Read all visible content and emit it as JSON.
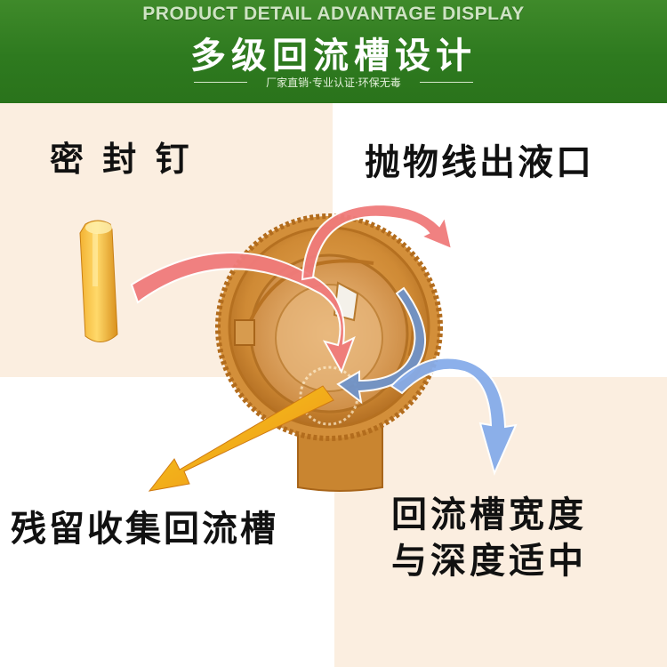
{
  "header": {
    "subtitle_en": "PRODUCT DETAIL ADVANTAGE DISPLAY",
    "title": "多级回流槽设计",
    "tagline": "厂家直销·专业认证·环保无毒",
    "background_color": "#2e7a1f"
  },
  "labels": {
    "seal_pin": "密 封 钉",
    "parabolic_outlet": "抛物线出液口",
    "residue_groove": "残留收集回流槽",
    "groove_line1": "回流槽宽度",
    "groove_line2": "与深度适中"
  },
  "colors": {
    "panel_background": "#fbeee0",
    "arrow_red": "#f07474",
    "arrow_blue": "#7aa7e6",
    "arrow_yellow_orange": "#f6c21a",
    "cap_color": "#c97d1f"
  }
}
